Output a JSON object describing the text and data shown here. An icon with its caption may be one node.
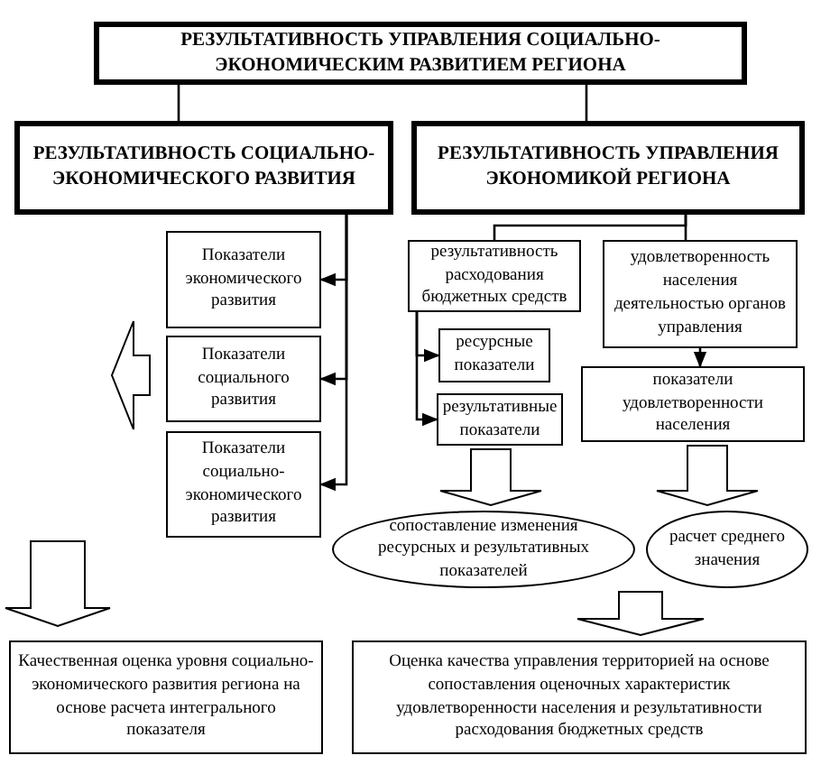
{
  "diagram": {
    "nodes": [
      {
        "text": [
          "РЕЗУЛЬТАТИВНОСТЬ УПРАВЛЕНИЯ СОЦИАЛЬНО-ЭКОНОМИЧЕСКИМ РАЗВИТИЕМ РЕГИОНА"
        ]
      },
      {
        "text": [
          "РЕЗУЛЬТАТИВНОСТЬ СОЦИАЛЬНО-ЭКОНОМИЧЕСКОГО РАЗВИТИЯ"
        ]
      },
      {
        "text": [
          "РЕЗУЛЬТАТИВНОСТЬ УПРАВЛЕНИЯ ЭКОНОМИКОЙ РЕГИОНА"
        ]
      },
      {
        "text": [
          "Показатели экономического развития"
        ]
      },
      {
        "text": [
          "Показатели социального развития"
        ]
      },
      {
        "text": [
          "Показатели социально-экономического развития"
        ]
      },
      {
        "text": [
          "результативность расходования бюджетных средств"
        ]
      },
      {
        "text": [
          "удовлетворенность населения деятельностью органов управления"
        ]
      },
      {
        "text": [
          "ресурсные показатели"
        ]
      },
      {
        "text": [
          "результативные показатели"
        ]
      },
      {
        "text": [
          "показатели удовлетворенности населения"
        ]
      },
      {
        "text": [
          "сопоставление изменения ресурсных и результативных показателей"
        ]
      },
      {
        "text": [
          "расчет среднего значения"
        ]
      },
      {
        "text": [
          "Качественная оценка уровня социально-экономического развития региона на основе расчета интегрального показателя"
        ]
      },
      {
        "text": [
          "Оценка качества управления территорией на основе сопоставления оценочных характеристик удовлетворенности населения и результативности расходования бюджетных средств"
        ]
      }
    ],
    "edges": [
      {
        "from": 0,
        "to": 1,
        "arrow": "none"
      },
      {
        "from": 0,
        "to": 2,
        "arrow": "none"
      },
      {
        "from": 1,
        "to": 3,
        "arrow": "to"
      },
      {
        "from": 1,
        "to": 4,
        "arrow": "to"
      },
      {
        "from": 1,
        "to": 5,
        "arrow": "to"
      },
      {
        "from": 2,
        "to": 6,
        "arrow": "none"
      },
      {
        "from": 2,
        "to": 7,
        "arrow": "none"
      },
      {
        "from": 6,
        "to": 8,
        "arrow": "to"
      },
      {
        "from": 6,
        "to": 9,
        "arrow": "to"
      },
      {
        "from": 7,
        "to": 10,
        "arrow": "to"
      },
      {
        "from": 4,
        "to": null,
        "arrow": "to",
        "style": "thick"
      },
      {
        "from": 5,
        "to": 13,
        "arrow": "to",
        "style": "thick"
      },
      {
        "from": 9,
        "to": 11,
        "arrow": "to",
        "style": "thick"
      },
      {
        "from": 10,
        "to": 12,
        "arrow": "to",
        "style": "thick"
      },
      {
        "from": 11,
        "to": 14,
        "arrow": "to",
        "style": "thick"
      },
      {
        "from": 12,
        "to": 14,
        "arrow": "to",
        "style": "thick"
      }
    ]
  }
}
